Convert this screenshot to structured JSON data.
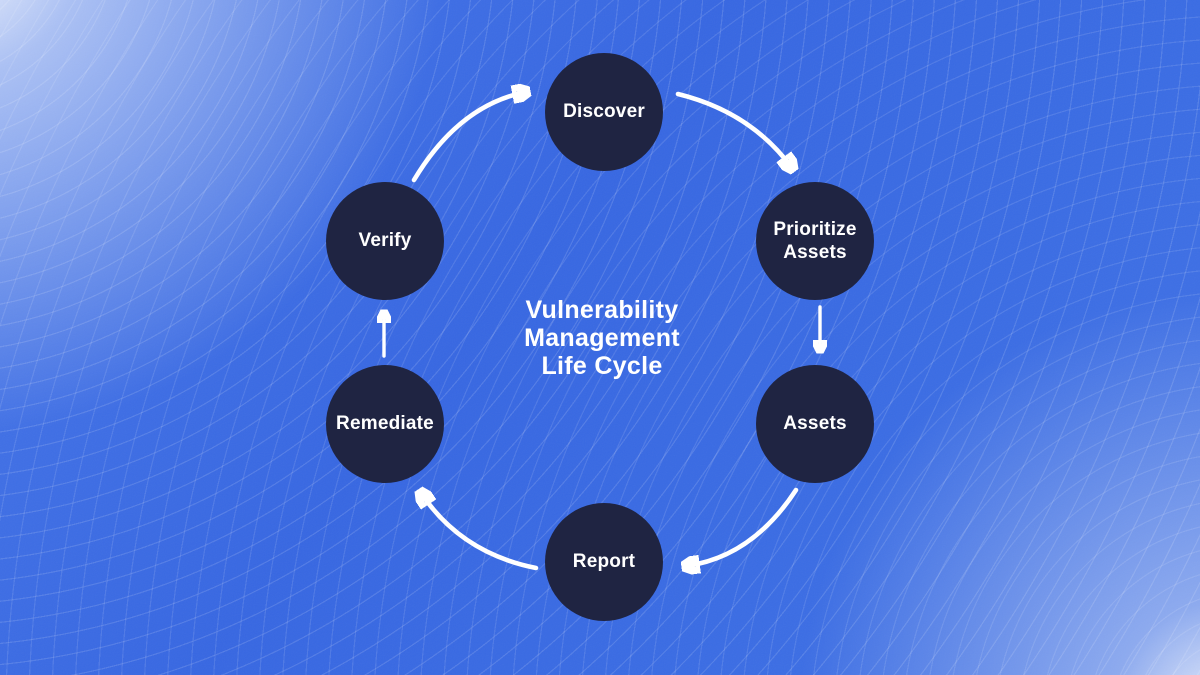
{
  "title": {
    "lines": [
      "Vulnerability",
      "Management",
      "Life Cycle"
    ],
    "full_text": "Vulnerability Management Life Cycle"
  },
  "diagram": {
    "type": "cycle",
    "direction": "clockwise",
    "nodes": [
      {
        "id": "discover",
        "label": "Discover",
        "position": "top"
      },
      {
        "id": "prioritize-assets",
        "label": "Prioritize Assets",
        "position": "upper-right"
      },
      {
        "id": "assets",
        "label": "Assets",
        "position": "lower-right"
      },
      {
        "id": "report",
        "label": "Report",
        "position": "bottom"
      },
      {
        "id": "remediate",
        "label": "Remediate",
        "position": "lower-left"
      },
      {
        "id": "verify",
        "label": "Verify",
        "position": "upper-left"
      }
    ],
    "edges": [
      {
        "from": "discover",
        "to": "prioritize-assets",
        "style": "curved"
      },
      {
        "from": "prioritize-assets",
        "to": "assets",
        "style": "straight"
      },
      {
        "from": "assets",
        "to": "report",
        "style": "curved"
      },
      {
        "from": "report",
        "to": "remediate",
        "style": "curved"
      },
      {
        "from": "remediate",
        "to": "verify",
        "style": "straight"
      },
      {
        "from": "verify",
        "to": "discover",
        "style": "curved"
      }
    ],
    "colors": {
      "background_blue": "#3a6ce2",
      "corner_glow": "#ffffff",
      "node_fill": "#1f2442",
      "label_text": "#ffffff",
      "arrow": "#ffffff"
    }
  }
}
